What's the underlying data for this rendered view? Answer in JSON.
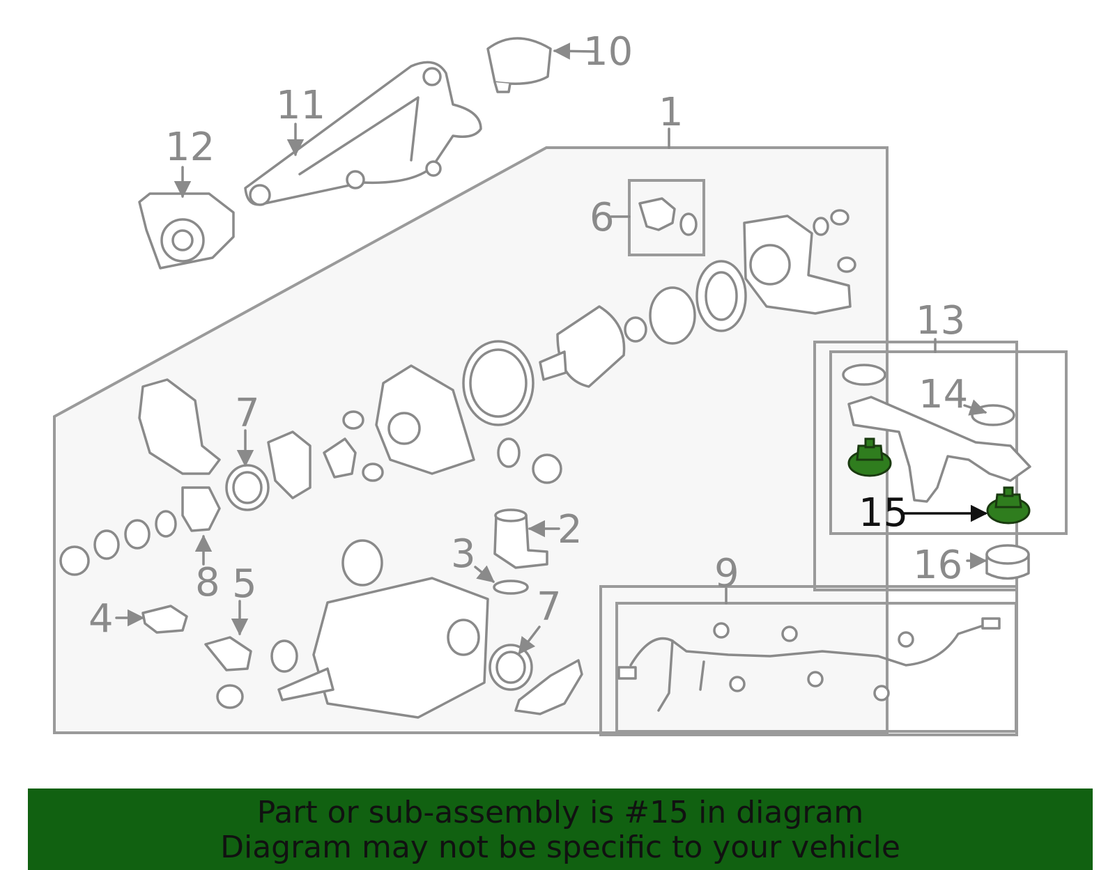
{
  "callouts": {
    "c1": "1",
    "c2": "2",
    "c3": "3",
    "c4": "4",
    "c5": "5",
    "c6": "6",
    "c7a": "7",
    "c7b": "7",
    "c8": "8",
    "c9": "9",
    "c10": "10",
    "c11": "11",
    "c12": "12",
    "c13": "13",
    "c14": "14",
    "c15": "15",
    "c16": "16"
  },
  "highlight": {
    "part_number": "15",
    "color": "#2f7d1e"
  },
  "banner": {
    "line1": "Part or sub-assembly is #15 in diagram",
    "line2": "Diagram may not be specific to your vehicle",
    "background": "#116111"
  }
}
